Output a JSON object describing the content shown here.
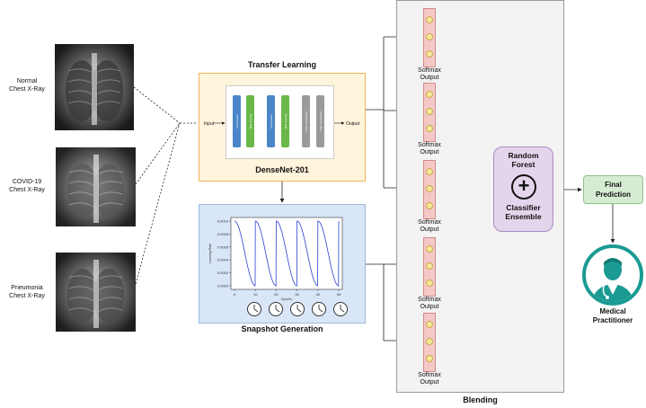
{
  "inputs": [
    {
      "label_line1": "Normal",
      "label_line2": "Chest X-Ray"
    },
    {
      "label_line1": "COVID-19",
      "label_line2": "Chest X-Ray"
    },
    {
      "label_line1": "Pneumonia",
      "label_line2": "Chest X-Ray"
    }
  ],
  "transfer_learning": {
    "title": "Transfer Learning",
    "model_name": "DenseNet-201",
    "input_label": "Input",
    "output_label": "Output",
    "layers": [
      "Convolution",
      "Max Pooling",
      "Convolution",
      "Max Pooling",
      "Fully Connected",
      "Fully Connected"
    ]
  },
  "snapshot": {
    "title": "Snapshot Generation",
    "chart_data": {
      "type": "line",
      "xlabel": "Epochs",
      "ylabel": "Learning Rate",
      "xticks": [
        "0",
        "10",
        "20",
        "30",
        "40",
        "50"
      ],
      "yticks": [
        "0.0000",
        "0.0002",
        "0.0004",
        "0.0006",
        "0.0008",
        "0.0010"
      ],
      "xlim": [
        0,
        50
      ],
      "ylim": [
        0,
        0.001
      ],
      "series": [
        {
          "cycle_length": 10,
          "max": 0.001,
          "min": 0.0
        }
      ]
    }
  },
  "softmax": {
    "label_line1": "Softmax",
    "label_line2": "Output",
    "count": 5
  },
  "blending": {
    "label": "Blending"
  },
  "ensemble": {
    "line1": "Random",
    "line2": "Forest",
    "line3": "Classifier",
    "line4": "Ensemble",
    "symbol": "+"
  },
  "final": {
    "line1": "Final",
    "line2": "Prediction"
  },
  "practitioner": {
    "line1": "Medical",
    "line2": "Practitioner"
  },
  "colors": {
    "transfer_bg": "#fff4dc",
    "snapshot_bg": "#d8e6f7",
    "softmax": "#f5c8c8",
    "ensemble": "#e3d5ec",
    "final": "#d6ecd2",
    "practitioner": "#1a9a93"
  }
}
